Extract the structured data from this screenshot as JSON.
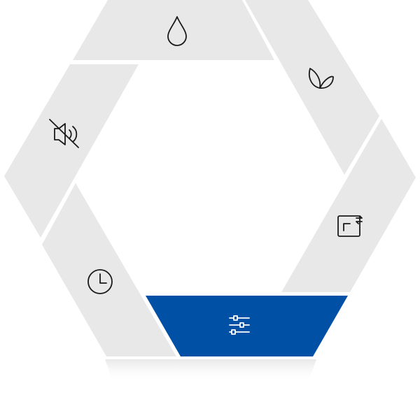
{
  "ring": {
    "segments": [
      {
        "id": "water",
        "icon": "water-drop-icon",
        "label": "",
        "active": false
      },
      {
        "id": "eco",
        "icon": "leaf-icon",
        "label": "",
        "active": false
      },
      {
        "id": "remote",
        "icon": "remote-control-icon",
        "label": "",
        "active": false
      },
      {
        "id": "settings",
        "icon": "sliders-icon",
        "label": "",
        "active": true
      },
      {
        "id": "timer",
        "icon": "clock-icon",
        "label": "",
        "active": false
      },
      {
        "id": "mute",
        "icon": "speaker-muted-icon",
        "label": "",
        "active": false
      }
    ]
  },
  "colors": {
    "segment": "#e8e8e8",
    "active": "#0050a6",
    "icon": "#1a1a1a",
    "active_icon": "#ffffff"
  }
}
